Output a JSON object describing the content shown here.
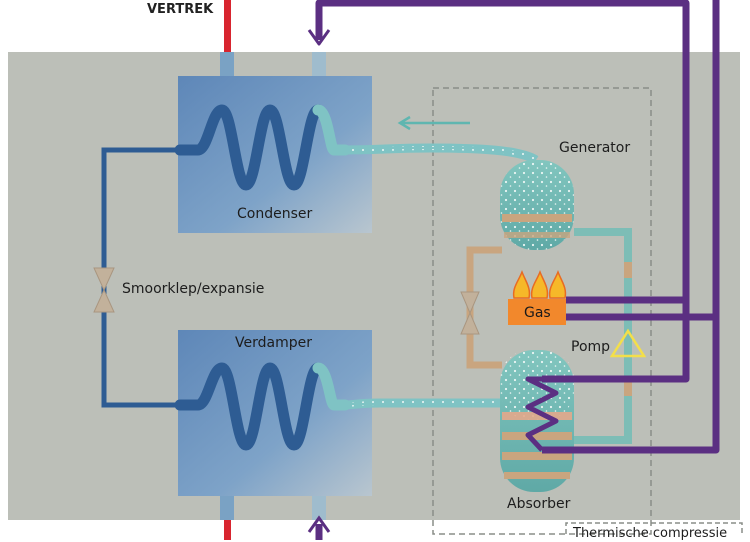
{
  "labels": {
    "vertrek": "VERTREK",
    "condenser": "Condenser",
    "verdamper": "Verdamper",
    "smoorklep": "Smoorklep/expansie",
    "generator": "Generator",
    "gas": "Gas",
    "pomp": "Pomp",
    "absorber": "Absorber",
    "thermische": "Thermische compressie"
  },
  "colors": {
    "background": "#bcbfb8",
    "panel_blue": "#6a93bf",
    "coil_dark_blue": "#2e5c93",
    "coil_light_teal": "#7fc3c4",
    "refrigerant_teal": "#7dbdb6",
    "hot_line_red": "#d8252f",
    "purple_line": "#5b2f82",
    "gas_orange": "#f2882c",
    "flame": "#f6b829",
    "pump_yellow": "#f3df4a",
    "tan_pipe": "#c9a57f"
  }
}
